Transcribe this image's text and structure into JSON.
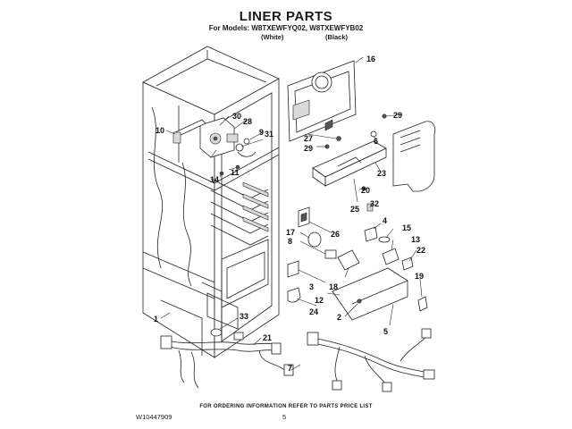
{
  "header": {
    "title": "LINER PARTS",
    "models": "For Models: W8TXEWFYQ02, W8TXEWFYB02",
    "color_white": "(White)",
    "color_black": "(Black)"
  },
  "footer": {
    "note": "FOR ORDERING INFORMATION REFER TO PARTS PRICE LIST",
    "doc_number": "W10447909",
    "page_number": "5"
  },
  "callouts": {
    "c1": "1",
    "c2": "2",
    "c3": "3",
    "c4": "4",
    "c5": "5",
    "c6": "6",
    "c7": "7",
    "c8": "8",
    "c9": "9",
    "c10": "10",
    "c11": "11",
    "c12": "12",
    "c13": "13",
    "c14": "14",
    "c15": "15",
    "c16": "16",
    "c17": "17",
    "c18": "18",
    "c19": "19",
    "c20": "20",
    "c21": "21",
    "c22": "22",
    "c23": "23",
    "c24": "24",
    "c25": "25",
    "c26": "26",
    "c27": "27",
    "c28": "28",
    "c29a": "29",
    "c29b": "29",
    "c30": "30",
    "c31": "31",
    "c32": "32",
    "c33": "33"
  }
}
